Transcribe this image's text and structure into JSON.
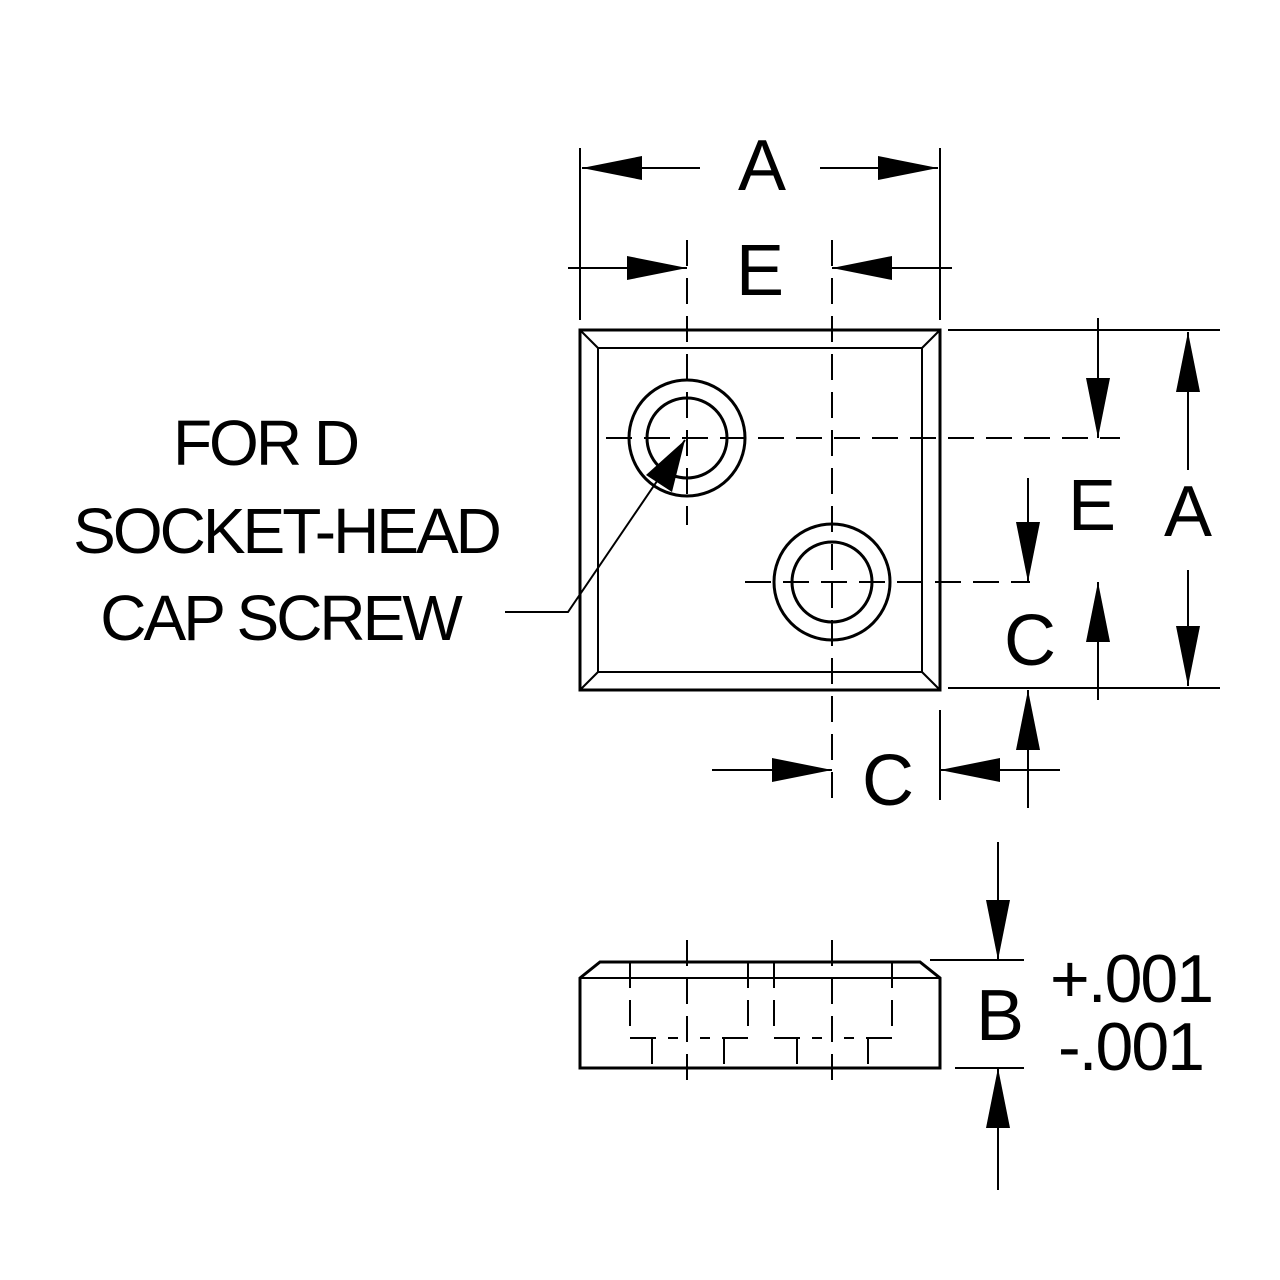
{
  "dimensions": {
    "top_width": "A",
    "hole_spacing_horizontal": "E",
    "right_height": "A",
    "hole_spacing_vertical": "E",
    "edge_offset_vertical": "C",
    "edge_offset_horizontal": "C",
    "thickness": "B"
  },
  "tolerance": {
    "plus": "+.001",
    "minus": "-.001"
  },
  "note": {
    "line1": "FOR D",
    "line2": "SOCKET-HEAD",
    "line3": "CAP SCREW"
  }
}
